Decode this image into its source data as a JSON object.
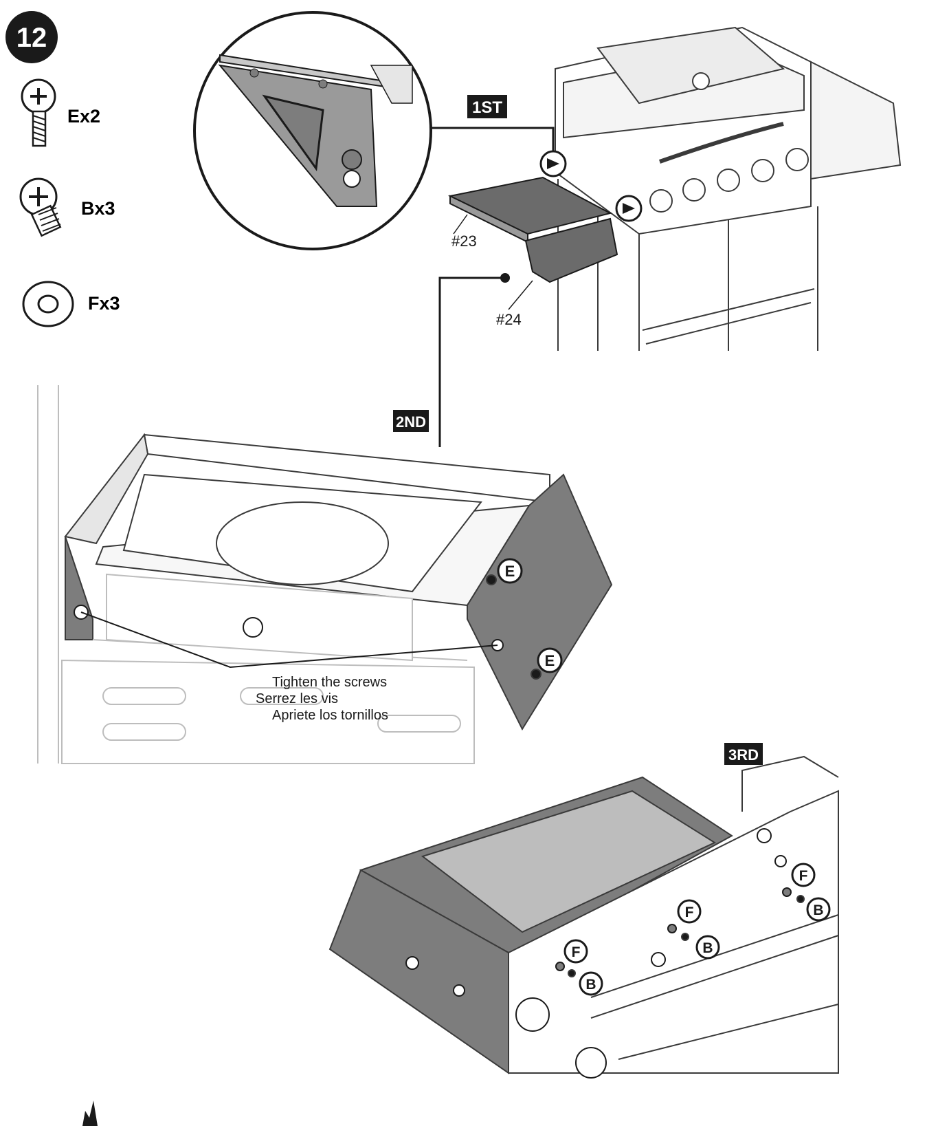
{
  "step": {
    "number": "12"
  },
  "hardware": [
    {
      "code": "E",
      "label": "Ex2",
      "icon": "screw-icon"
    },
    {
      "code": "B",
      "label": "Bx3",
      "icon": "screw-icon"
    },
    {
      "code": "F",
      "label": "Fx3",
      "icon": "washer-icon"
    }
  ],
  "sequence": {
    "first": "1ST",
    "second": "2ND",
    "third": "3RD"
  },
  "parts": {
    "part23": "#23",
    "part24": "#24"
  },
  "callouts": {
    "screw_e": "E",
    "screw_b": "B",
    "washer_f": "F"
  },
  "instruction": {
    "en": "Tighten the screws",
    "fr": "Serrez les vis",
    "es": "Apriete los tornillos"
  },
  "colors": {
    "ink": "#1a1a1a",
    "panel": "#7d7d7d",
    "panel_light": "#bdbdbd",
    "badge_bg": "#1a1a1a"
  }
}
